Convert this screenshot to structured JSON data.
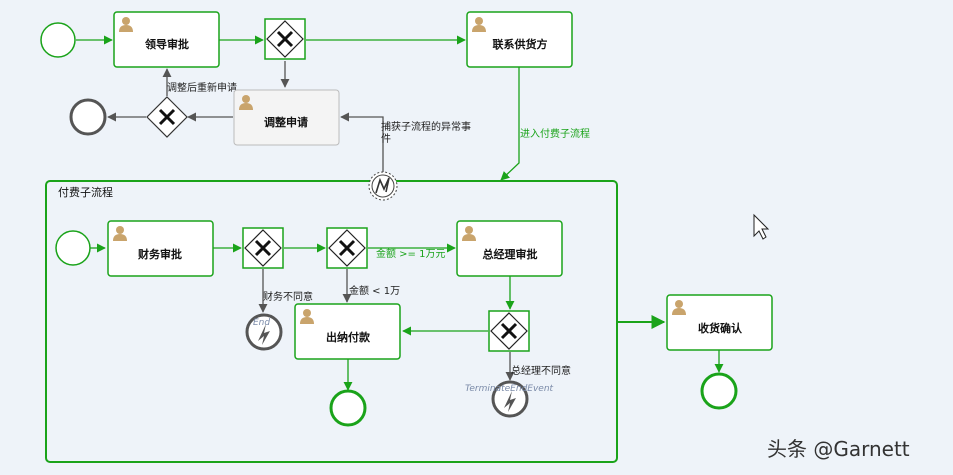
{
  "colors": {
    "background": "#eef3f9",
    "active_green": "#1aa31a",
    "inactive_gray": "#555555",
    "task_fill": "#ffffff",
    "inactive_task_fill": "#f4f4f4",
    "icon_tan": "#c9a46c"
  },
  "subprocess": {
    "title": "付费子流程"
  },
  "tasks": {
    "leader_approve": "领导审批",
    "contact_supplier": "联系供货方",
    "adjust_request": "调整申请",
    "finance_approve": "财务审批",
    "gm_approve": "总经理审批",
    "cashier_pay": "出纳付款",
    "receipt_confirm": "收货确认"
  },
  "flows": {
    "resubmit": "调整后重新申请",
    "catch_error": "捕获子流程的异常事件",
    "enter_subprocess": "进入付费子流程",
    "amount_ge": "金额 >= 1万元",
    "amount_lt": "金额 < 1万",
    "finance_reject": "财务不同意",
    "gm_reject": "总经理不同意"
  },
  "events": {
    "end_caption": "End",
    "terminate_caption": "TerminateEndEvent"
  },
  "watermark": {
    "text": "头条 @Garnett"
  }
}
